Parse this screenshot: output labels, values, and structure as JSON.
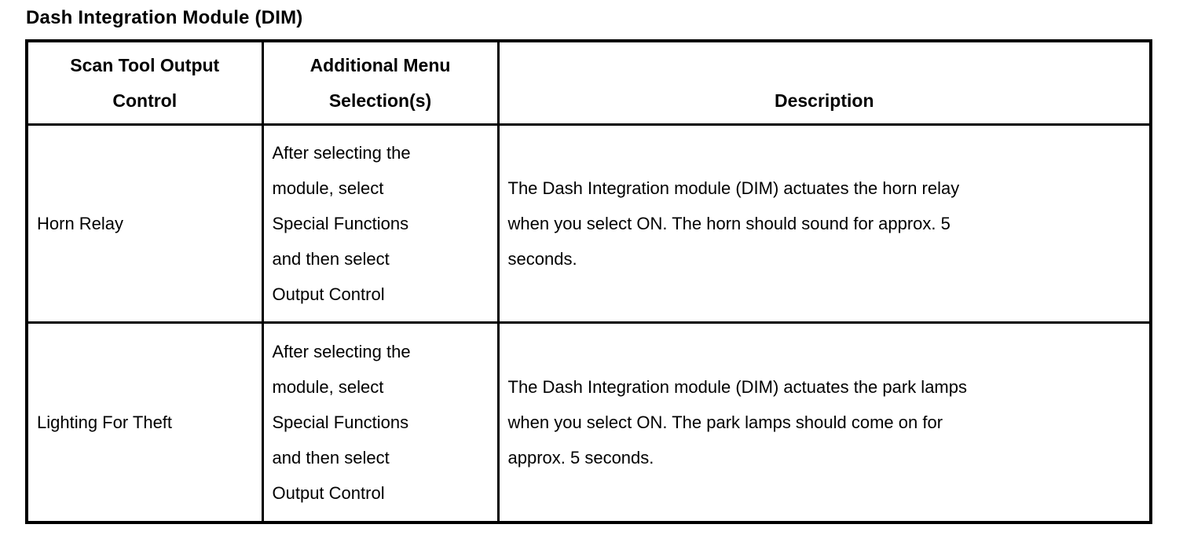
{
  "page": {
    "title": "Dash Integration Module (DIM)"
  },
  "table": {
    "headers": [
      "Scan Tool Output\nControl",
      "Additional Menu\nSelection(s)",
      "Description"
    ],
    "rows": [
      {
        "output_control": "Horn Relay",
        "menu_selection": "After selecting the\nmodule, select\nSpecial Functions\nand then select\nOutput Control",
        "description": "The Dash Integration module (DIM) actuates the horn relay\nwhen you select ON. The horn should sound for approx. 5\nseconds."
      },
      {
        "output_control": "Lighting For Theft",
        "menu_selection": "After selecting the\nmodule, select\nSpecial Functions\nand then select\nOutput Control",
        "description": "The Dash Integration module (DIM) actuates the park lamps\nwhen you select ON. The park lamps should come on for\napprox. 5 seconds."
      }
    ],
    "colors": {
      "border": "#000000",
      "text": "#000000",
      "background": "#ffffff"
    }
  }
}
